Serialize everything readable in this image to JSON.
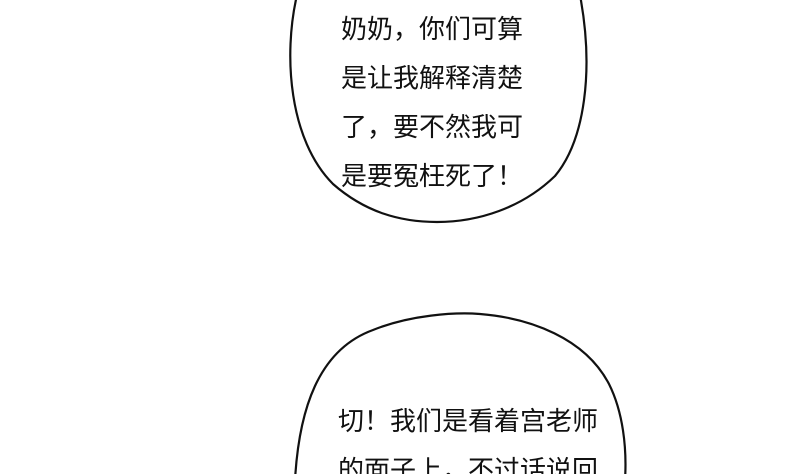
{
  "colors": {
    "background": "#ffffff",
    "outline": "#111111",
    "text": "#111111"
  },
  "bubbles": [
    {
      "lines": [
        "奶奶，你们可算",
        "是让我解释清楚",
        "了，要不然我可",
        "是要冤枉死了！"
      ]
    },
    {
      "lines": [
        "切！我们是看着宫老师",
        "的面子上，不过话说回"
      ]
    }
  ]
}
